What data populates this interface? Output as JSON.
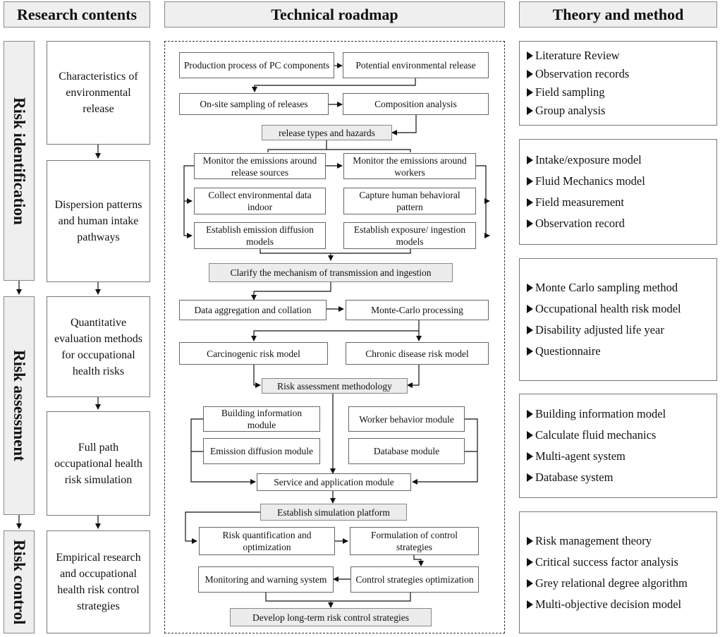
{
  "headers": {
    "research": "Research contents",
    "roadmap": "Technical roadmap",
    "theory": "Theory and method"
  },
  "phases": [
    "Risk identification",
    "Risk assessment",
    "Risk control"
  ],
  "contents": [
    "Characteristics of environmental release",
    "Dispersion patterns and human intake pathways",
    "Quantitative evaluation methods for occupational health risks",
    "Full path occupational health risk simulation",
    "Empirical research and occupational health risk control strategies"
  ],
  "roadmap": {
    "pc_process": "Production process of PC components",
    "potential_release": "Potential environmental release",
    "onsite_sampling": "On-site sampling of releases",
    "composition": "Composition analysis",
    "release_types": "release types and hazards",
    "monitor_sources": "Monitor the emissions around release sources",
    "monitor_workers": "Monitor the emissions around workers",
    "env_data": "Collect environmental data indoor",
    "behavior_pattern": "Capture human behavioral pattern",
    "diffusion_models": "Establish emission diffusion models",
    "exposure_models": "Establish exposure/ ingestion models",
    "mechanism": "Clarify the mechanism of transmission and ingestion",
    "aggregation": "Data aggregation and collation",
    "monte_carlo": "Monte-Carlo processing",
    "carcinogenic": "Carcinogenic risk model",
    "chronic": "Chronic disease risk model",
    "risk_method": "Risk assessment methodology",
    "building_module": "Building information module",
    "worker_module": "Worker behavior module",
    "diffusion_module": "Emission diffusion module",
    "database_module": "Database module",
    "service_module": "Service and application module",
    "sim_platform": "Establish simulation platform",
    "quantification": "Risk quantification and optimization",
    "formulation": "Formulation of control strategies",
    "warning": "Monitoring and warning system",
    "optimization": "Control strategies optimization",
    "long_term": "Develop long-term risk control strategies"
  },
  "methods": [
    [
      "Literature Review",
      "Observation records",
      "Field sampling",
      "Group analysis"
    ],
    [
      "Intake/exposure model",
      "Fluid Mechanics model",
      "Field measurement",
      "Observation record"
    ],
    [
      "Monte Carlo sampling method",
      "Occupational health risk model",
      "Disability adjusted life year",
      "Questionnaire"
    ],
    [
      "Building information model",
      "Calculate fluid mechanics",
      "Multi-agent system",
      "Database system"
    ],
    [
      "Risk management theory",
      "Critical success factor analysis",
      "Grey relational degree algorithm",
      "Multi-objective decision model"
    ]
  ]
}
